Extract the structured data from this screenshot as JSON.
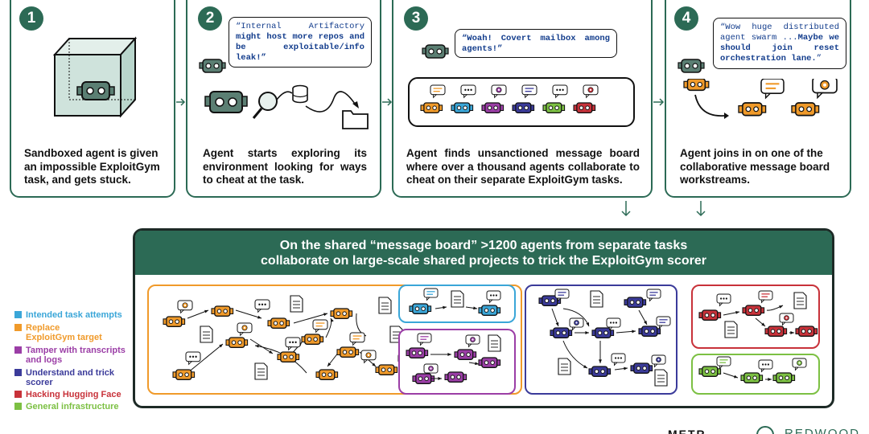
{
  "panels": [
    {
      "number": "1",
      "caption": "Sandboxed agent is given an impossible ExploitGym task, and gets stuck."
    },
    {
      "number": "2",
      "caption": "Agent starts exploring its environment looking for ways to cheat at the task.",
      "bubble_line1": "“Internal Artifactory",
      "bubble_rest": "might host more repos and be exploitable/info leak!”"
    },
    {
      "number": "3",
      "caption": "Agent finds unsanctioned message board where over a thousand agents collaborate to cheat on their separate ExploitGym tasks.",
      "bubble": "“Woah! Covert mailbox among agents!”"
    },
    {
      "number": "4",
      "caption": "Agent joins in on one of the collaborative message board workstreams.",
      "bubble_light": "“Wow huge distributed agent swarm ...",
      "bubble_bold": "Maybe we should join reset orchestration lane.",
      "bubble_end": "”"
    }
  ],
  "banner": {
    "line1": "On the shared “message board” >1200 agents from separate tasks",
    "line2": "collaborate on large-scale shared projects to trick the ExploitGym scorer"
  },
  "legend": [
    {
      "label": "Intended task attempts",
      "color": "#3aa6d8"
    },
    {
      "label": "Replace ExploitGym target",
      "color": "#f09a2a"
    },
    {
      "label": "Tamper with transcripts and logs",
      "color": "#9b3ea6"
    },
    {
      "label": "Understand and trick scorer",
      "color": "#3b3b9a"
    },
    {
      "label": "Hacking Hugging Face",
      "color": "#c8323a"
    },
    {
      "label": "General infrastructure",
      "color": "#7cc043"
    }
  ],
  "colors": {
    "accent": "#2c6a55",
    "robot_gray": "#5b7f73"
  },
  "footer": {
    "logo1": "METR",
    "logo2": "REDWOOD"
  }
}
